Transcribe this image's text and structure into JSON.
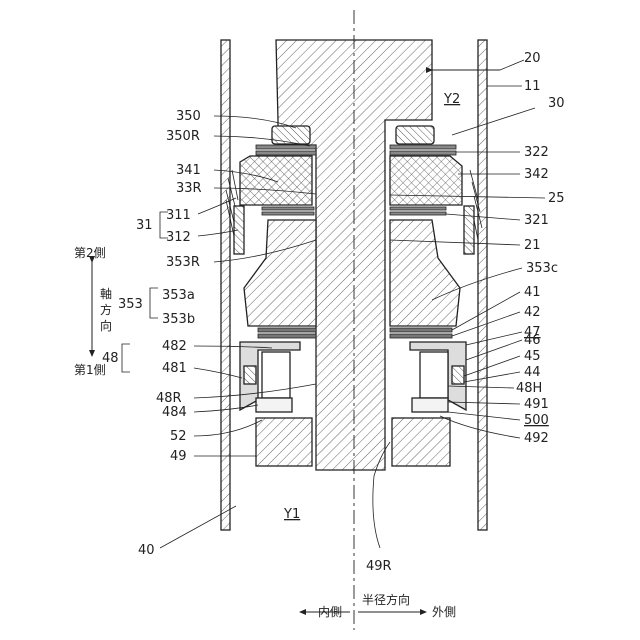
{
  "labels": {
    "l20": "20",
    "l11": "11",
    "lY2": "Y2",
    "l30": "30",
    "l350": "350",
    "l350R": "350R",
    "l322": "322",
    "l341": "341",
    "l342": "342",
    "l33R": "33R",
    "l25": "25",
    "l31": "31",
    "l311": "311",
    "l312": "312",
    "l321": "321",
    "l21": "21",
    "l353R": "353R",
    "l353c": "353c",
    "l353": "353",
    "l353a": "353a",
    "l353b": "353b",
    "l41": "41",
    "l42": "42",
    "l47": "47",
    "l46": "46",
    "l48": "48",
    "l482": "482",
    "l481": "481",
    "l45": "45",
    "l44": "44",
    "l48H": "48H",
    "l48R": "48R",
    "l491": "491",
    "l484": "484",
    "l500": "500",
    "l52": "52",
    "l492": "492",
    "l49": "49",
    "lY1": "Y1",
    "l40": "40",
    "l49R": "49R"
  },
  "axis_text": {
    "side2": "第2側",
    "axis_dir": [
      "軸",
      "方",
      "向"
    ],
    "side1": "第1側"
  },
  "radial_text": {
    "radial_dir": "半径方向",
    "inner": "内側",
    "outer": "外側"
  }
}
